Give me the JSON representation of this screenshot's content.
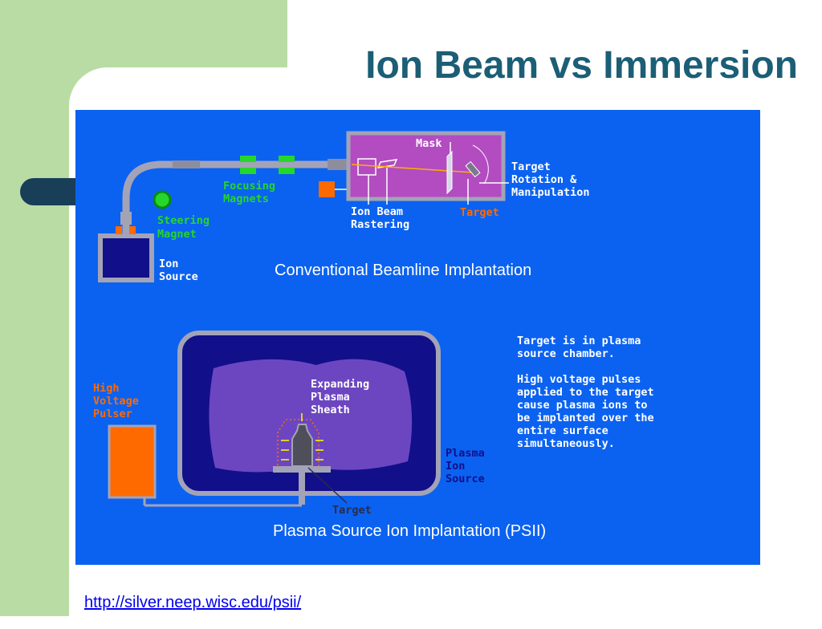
{
  "slide": {
    "title": "Ion Beam vs Immersion",
    "source_link": "http://silver.neep.wisc.edu/psii/"
  },
  "colors": {
    "panel_bg": "#0b62f0",
    "title": "#1b5e76",
    "green_label": "#26d62a",
    "white_label": "#ffffff",
    "orange_label": "#ff6a00",
    "plasma_purple": "#6c46c0",
    "chamber_dark": "#120f8a",
    "beamline_gray": "#a3a3b7",
    "target_chamber": "#b24cc0"
  },
  "beamline": {
    "mask_label": "Mask",
    "target_rotation_lines": [
      "Target",
      "Rotation &",
      "Manipulation"
    ],
    "focusing_magnets_lines": [
      "Focusing",
      "Magnets"
    ],
    "steering_magnet_lines": [
      "Steering",
      "Magnet"
    ],
    "ion_beam_rastering_lines": [
      "Ion Beam",
      "Rastering"
    ],
    "target_label": "Target",
    "ion_source_lines": [
      "Ion",
      "Source"
    ],
    "caption": "Conventional Beamline Implantation"
  },
  "psii": {
    "description_1_lines": [
      "Target is in plasma",
      "source chamber."
    ],
    "description_2_lines": [
      "High voltage pulses",
      "applied to the target",
      "cause plasma ions to",
      "be implanted over the",
      "entire surface",
      "simultaneously."
    ],
    "pulser_lines": [
      "High",
      "Voltage",
      "Pulser"
    ],
    "sheath_lines": [
      "Expanding",
      "Plasma",
      "Sheath"
    ],
    "plasma_source_lines": [
      "Plasma",
      "Ion",
      "Source"
    ],
    "target_label": "Target",
    "caption": "Plasma Source Ion Implantation (PSII)"
  }
}
